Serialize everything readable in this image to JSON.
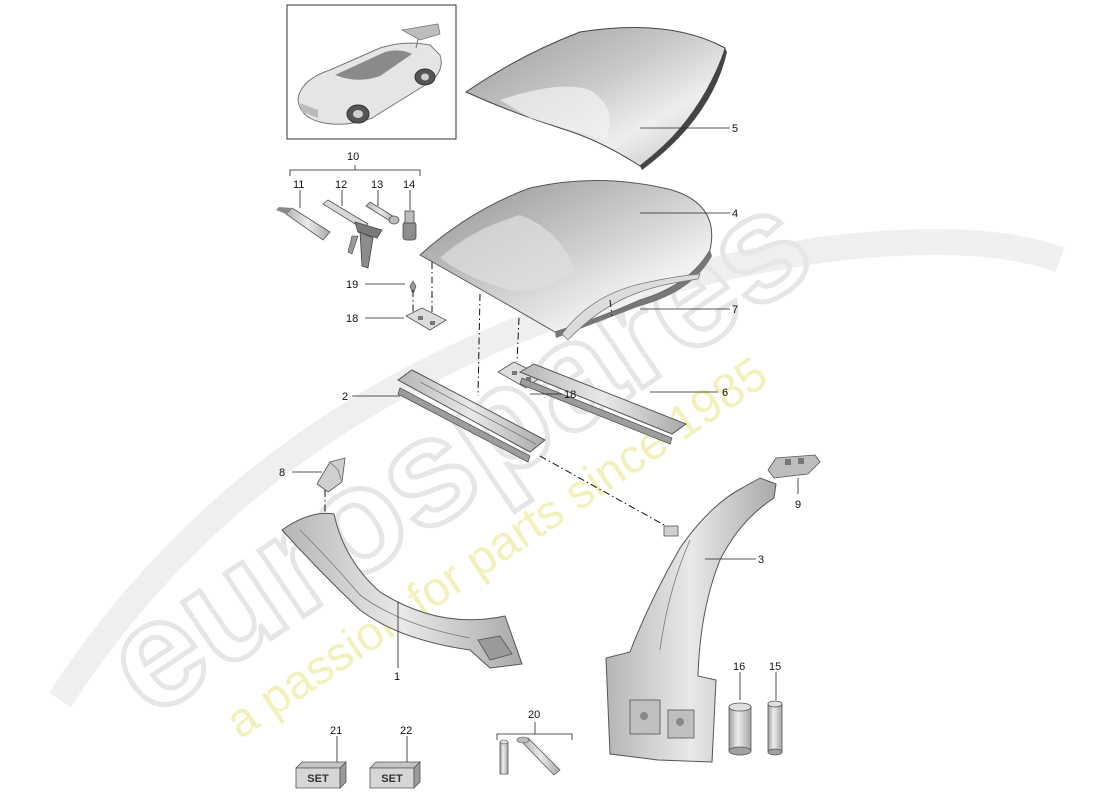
{
  "watermark": {
    "brand": "eurospares",
    "tagline": "a passion for parts since 1985"
  },
  "kit_labels": {
    "set_21": "SET",
    "set_22": "SET"
  },
  "callouts": {
    "c1": "1",
    "c2": "2",
    "c3": "3",
    "c4": "4",
    "c5": "5",
    "c6": "6",
    "c7": "7",
    "c8": "8",
    "c9": "9",
    "c10": "10",
    "c11": "11",
    "c12": "12",
    "c13": "13",
    "c14": "14",
    "c15": "15",
    "c16": "16",
    "c18a": "18",
    "c18b": "18",
    "c19": "19",
    "c20": "20",
    "c21": "21",
    "c22": "22"
  },
  "colors": {
    "part_light": "#e8e8e8",
    "part_mid": "#c8c8c8",
    "part_dark": "#8c8c8c",
    "watermark_grey": "#e6e6e6",
    "watermark_yellow": "#f2f0a8"
  }
}
